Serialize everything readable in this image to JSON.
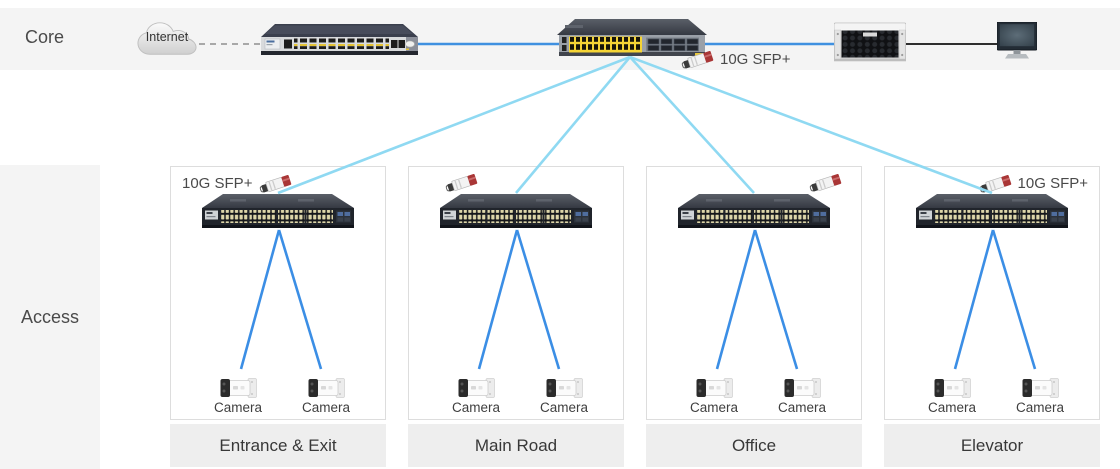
{
  "colors": {
    "band_bg": "#f4f4f4",
    "zone_border": "#dddddd",
    "zone_footer_bg": "#eeeeee",
    "uplink_line": "#8fd9f2",
    "camera_line": "#3b8ee5",
    "core_link_line": "#3f90e0",
    "internet_dash_line": "#a8a8a8",
    "monitor_link_line": "#2e2e2e"
  },
  "layers": {
    "core": "Core",
    "access": "Access"
  },
  "core_row": {
    "internet": "Internet",
    "sfp_label": "10G SFP+"
  },
  "zones": [
    {
      "name": "Entrance & Exit",
      "sfp_label": "10G SFP+",
      "cameras": [
        "Camera",
        "Camera"
      ]
    },
    {
      "name": "Main Road",
      "sfp_label": "",
      "cameras": [
        "Camera",
        "Camera"
      ]
    },
    {
      "name": "Office",
      "sfp_label": "",
      "cameras": [
        "Camera",
        "Camera"
      ]
    },
    {
      "name": "Elevator",
      "sfp_label": "10G SFP+",
      "cameras": [
        "Camera",
        "Camera"
      ]
    }
  ],
  "icons": {
    "internet_cloud": "cloud-shape",
    "router": "security-gateway-router",
    "core_switch": "24-port-poe-switch",
    "access_switch": "48-port-poe-switch",
    "sfp_transceiver": "10g-sfp-module",
    "storage_server": "nvr-storage-server",
    "monitor": "desktop-monitor",
    "camera": "bullet-camera"
  }
}
